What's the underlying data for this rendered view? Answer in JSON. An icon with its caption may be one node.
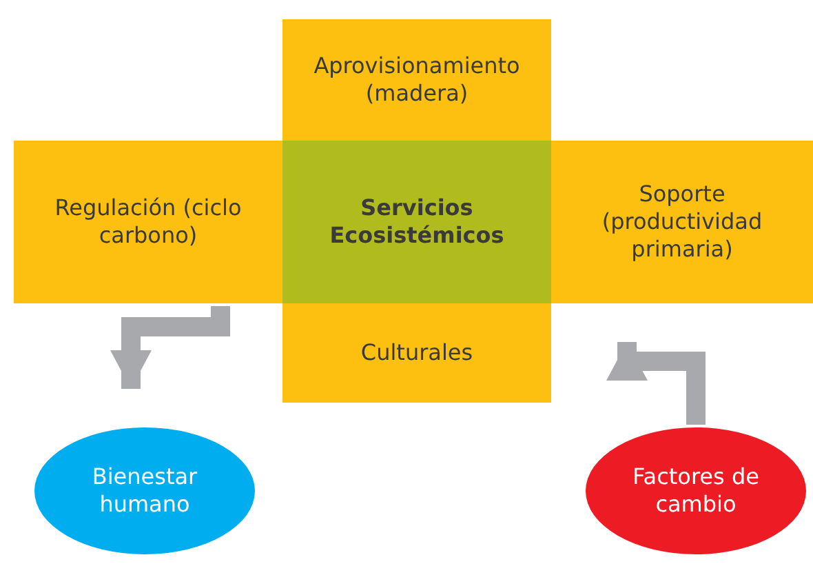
{
  "diagram": {
    "nodes": [
      {
        "text": [
          "Aprovisionamiento (madera)"
        ]
      },
      {
        "text": [
          "Regulación (ciclo carbono)"
        ]
      },
      {
        "text": [
          "Servicios Ecosistémicos"
        ]
      },
      {
        "text": [
          "Soporte (productividad primaria)"
        ]
      },
      {
        "text": [
          "Culturales"
        ]
      },
      {
        "text": [
          "Bienestar humano"
        ]
      },
      {
        "text": [
          "Factores de cambio"
        ]
      }
    ],
    "edges": [
      {
        "from": 1,
        "to": 5,
        "arrow": "to"
      },
      {
        "from": 6,
        "to": 3,
        "arrow": "to"
      }
    ]
  }
}
